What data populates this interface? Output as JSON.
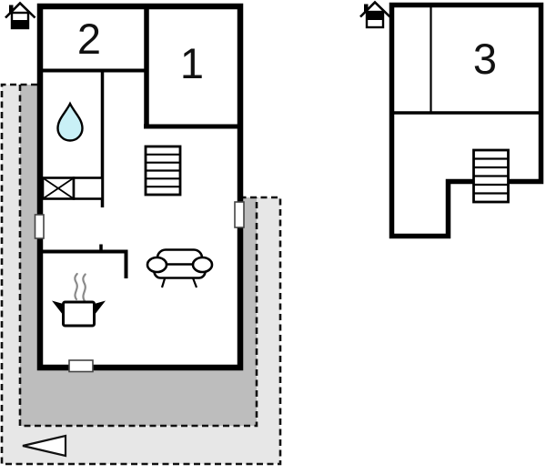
{
  "rooms": [
    {
      "label": "2"
    },
    {
      "label": "1"
    },
    {
      "label": "3"
    }
  ],
  "icons": {
    "ground_floor_indicator": "house-lower-half-filled",
    "upper_floor_indicator": "house-upper-half-filled",
    "bathroom": "water-drop",
    "utility": "crossed-box-appliance",
    "kitchen": "steaming-pot",
    "living_room": "sofa",
    "stairs": "staircase-6-steps",
    "entrance": "left-pointing-arrow"
  },
  "colors": {
    "walls": "#000000",
    "water_drop": "#c9f0f6",
    "terrace_outer": "#e7e7e7",
    "terrace_inner": "#bdbdbd",
    "steam": "#8a8a8a",
    "background": "#ffffff"
  }
}
